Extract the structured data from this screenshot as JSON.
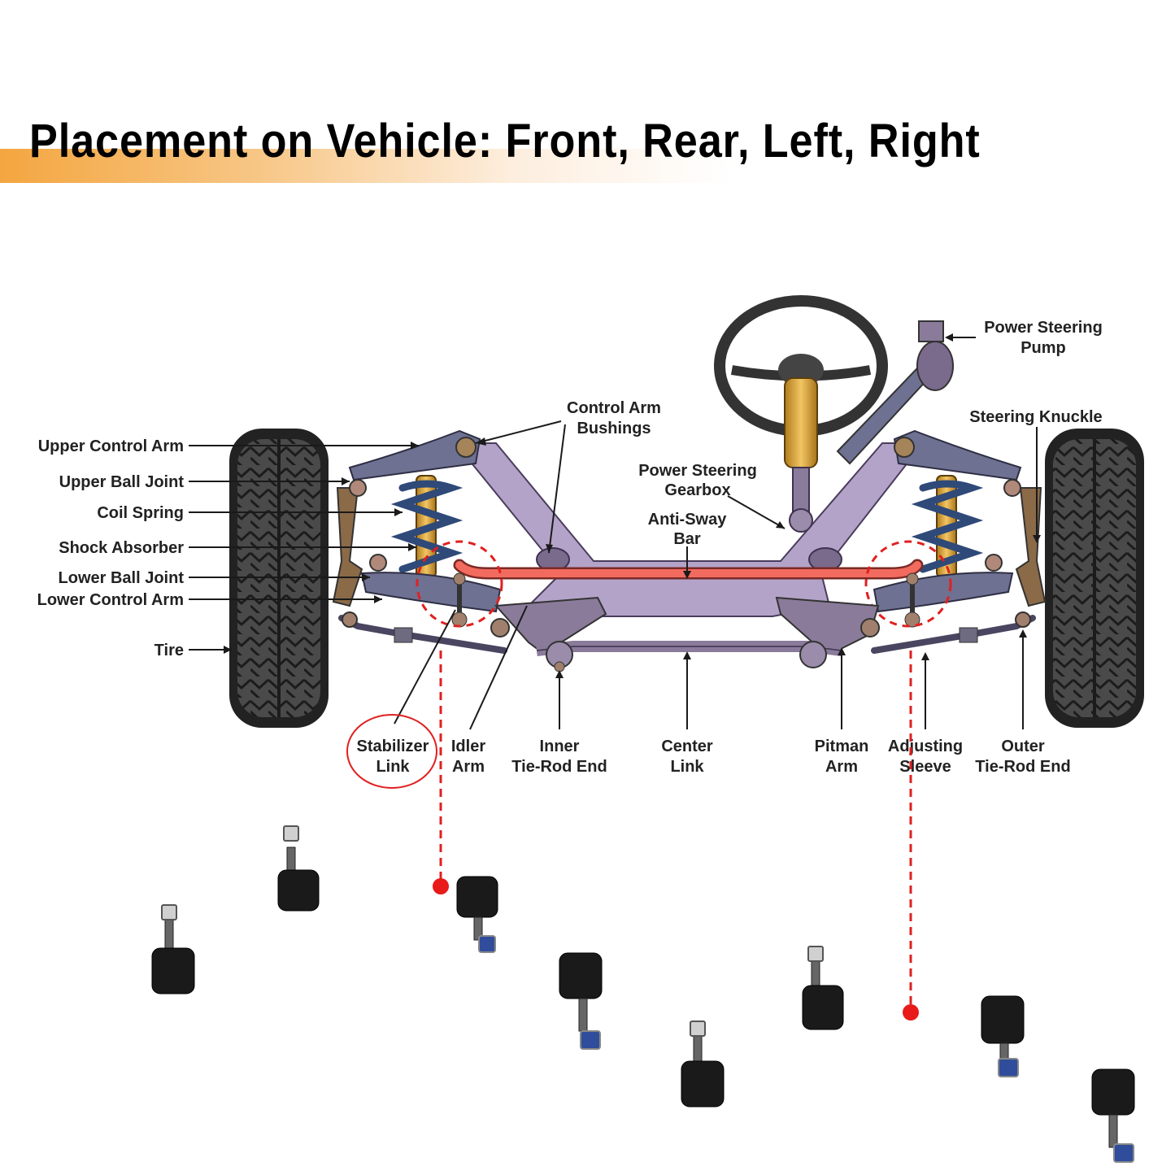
{
  "title": "Placement on Vehicle: Front, Rear, Left, Right",
  "colors": {
    "banner_accent": "#f4a640",
    "frame": "#b4a3c9",
    "control_arm": "#6e7191",
    "anti_sway_bar": "#f26b5e",
    "highlight": "#e02020",
    "shock": "#d9a53a"
  },
  "labels": {
    "upper_control_arm": "Upper Control Arm",
    "upper_ball_joint": "Upper Ball Joint",
    "coil_spring": "Coil Spring",
    "shock_absorber": "Shock Absorber",
    "lower_ball_joint": "Lower Ball Joint",
    "lower_control_arm": "Lower Control Arm",
    "tire": "Tire",
    "control_arm_bushings": [
      "Control Arm",
      "Bushings"
    ],
    "power_steering_gearbox": [
      "Power Steering",
      "Gearbox"
    ],
    "anti_sway_bar": [
      "Anti-Sway",
      "Bar"
    ],
    "power_steering_pump": [
      "Power Steering",
      "Pump"
    ],
    "steering_knuckle": "Steering Knuckle",
    "stabilizer_link": [
      "Stabilizer",
      "Link"
    ],
    "idler_arm": [
      "Idler",
      "Arm"
    ],
    "inner_tie_rod_end": [
      "Inner",
      "Tie-Rod End"
    ],
    "center_link": [
      "Center",
      "Link"
    ],
    "pitman_arm": [
      "Pitman",
      "Arm"
    ],
    "adjusting_sleeve": [
      "Adjusting",
      "Sleeve"
    ],
    "outer_tie_rod_end": [
      "Outer",
      "Tie-Rod End"
    ]
  }
}
